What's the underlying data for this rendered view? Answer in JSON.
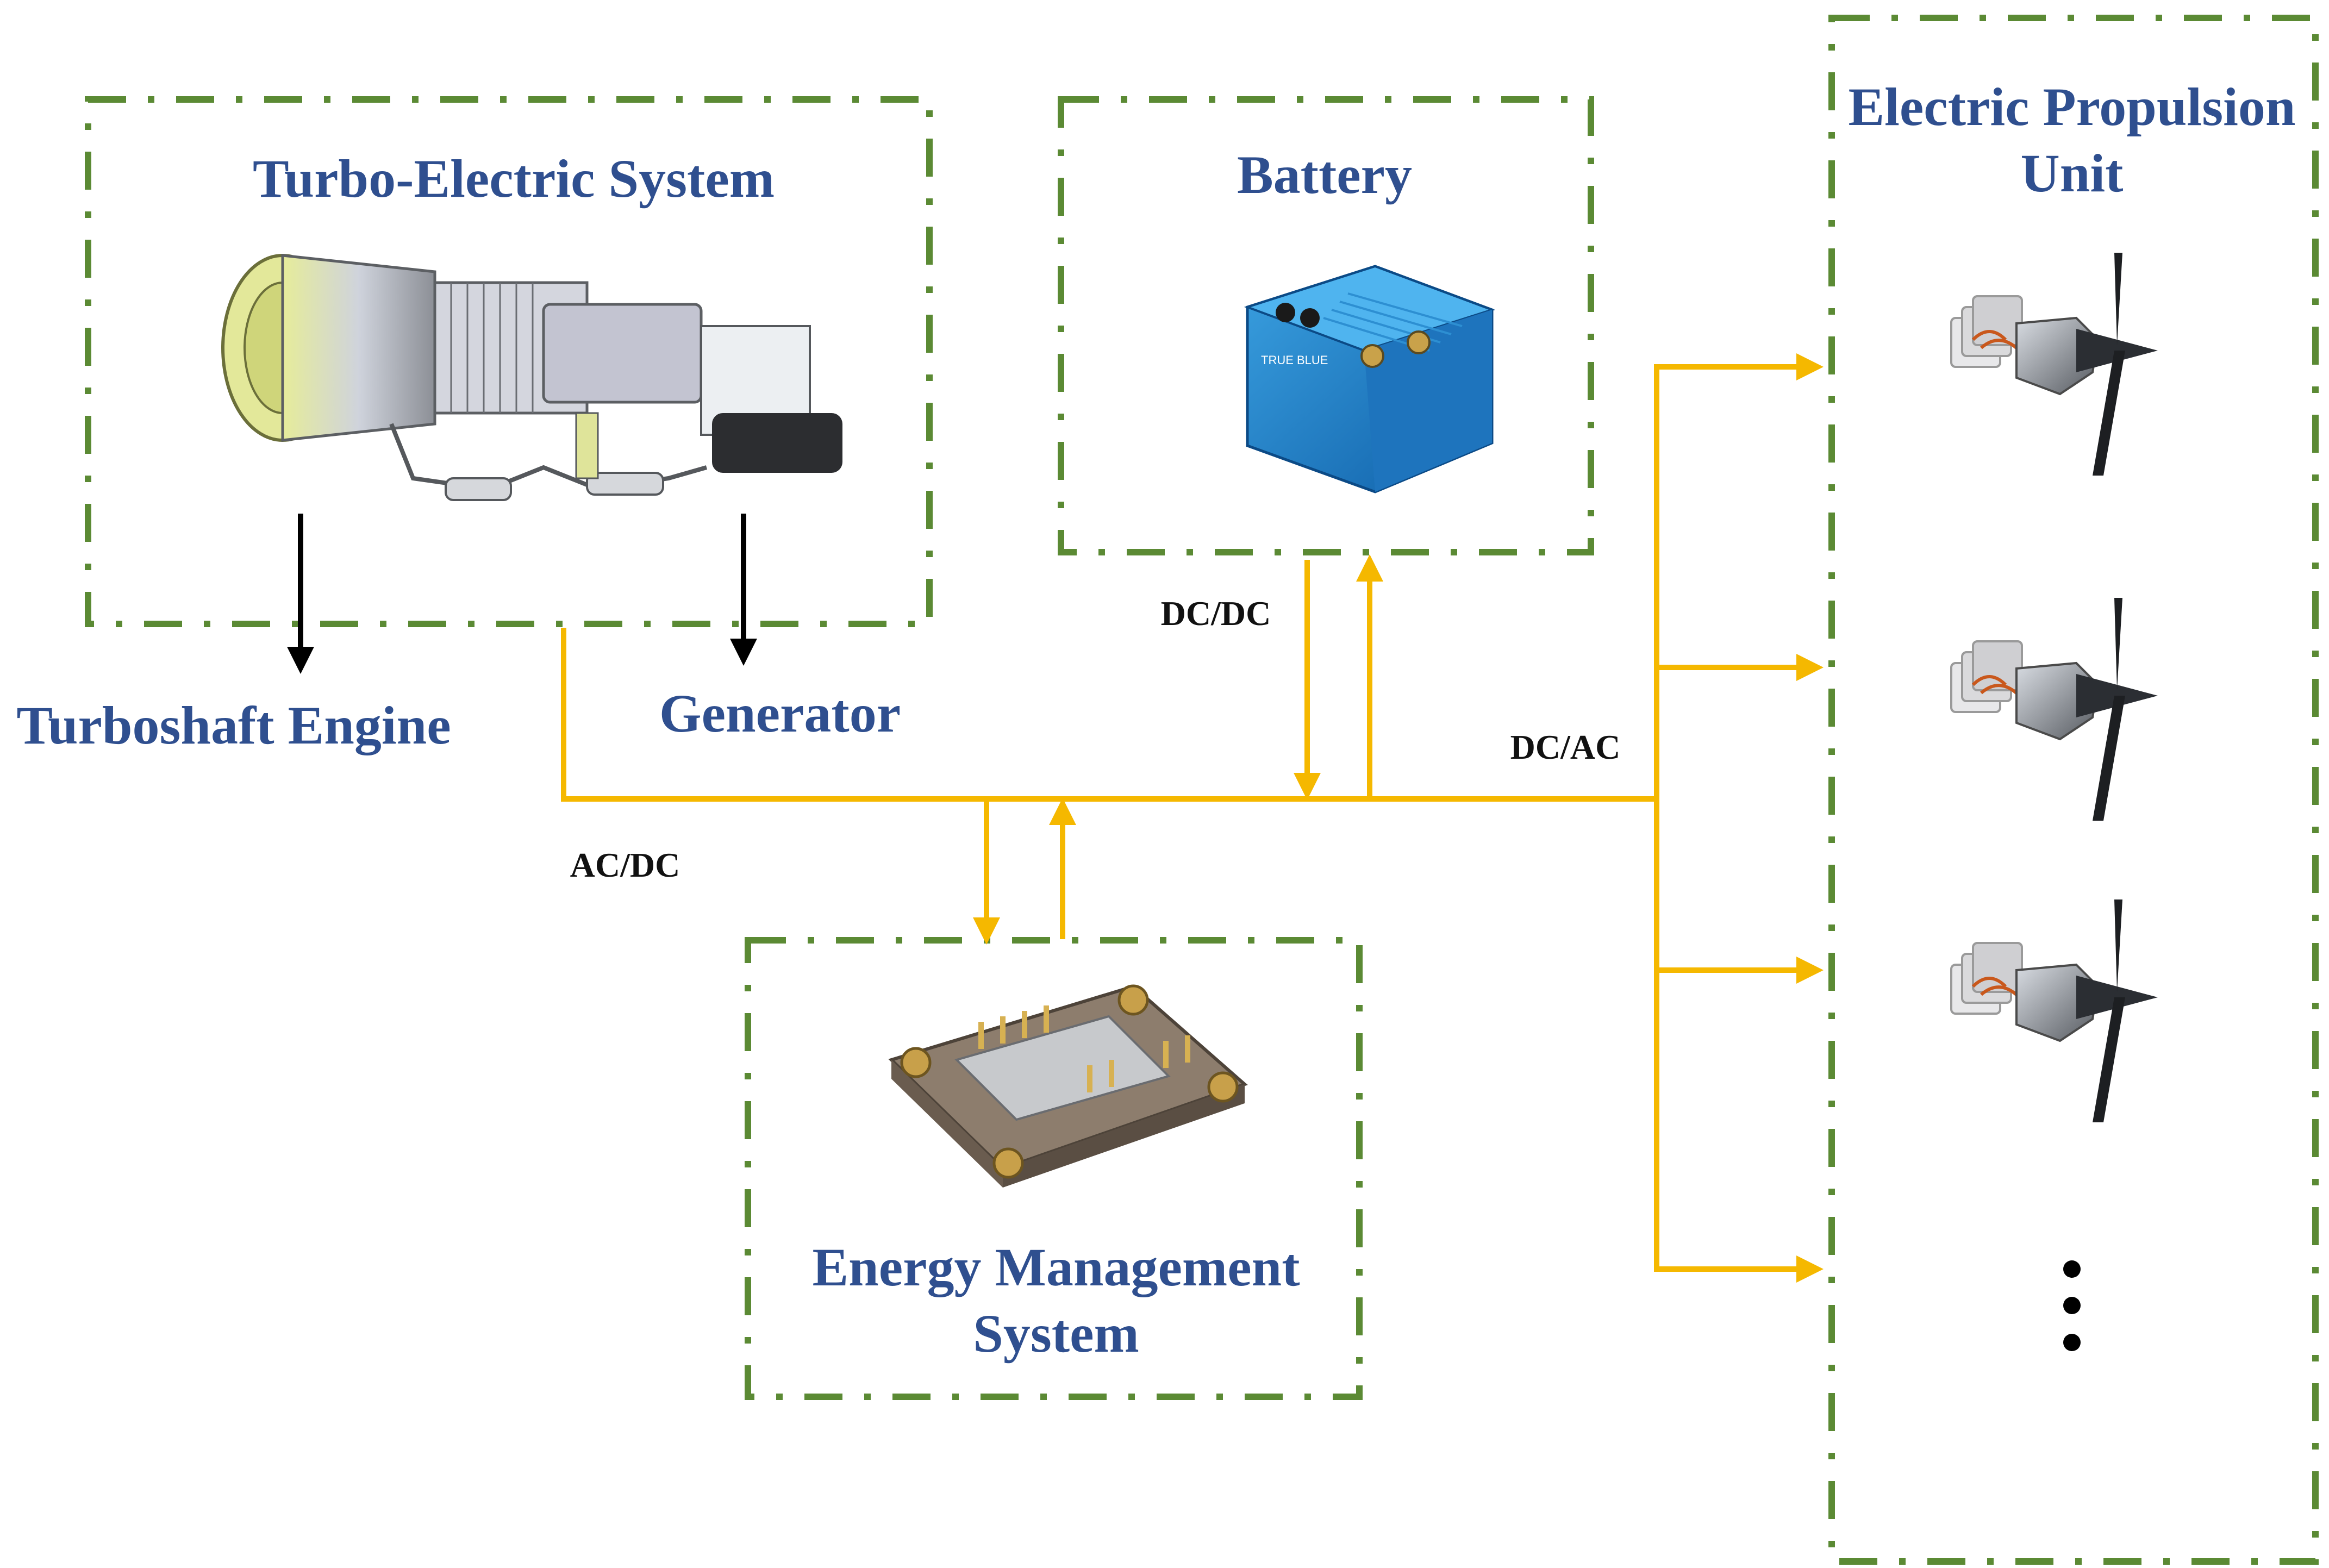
{
  "labels": {
    "turbo_system": "Turbo-Electric System",
    "battery": "Battery",
    "propulsion_line1": "Electric Propulsion",
    "propulsion_line2": "Unit",
    "turboshaft": "Turboshaft Engine",
    "generator": "Generator",
    "ems_line1": "Energy Management",
    "ems_line2": "System",
    "ac_dc": "AC/DC",
    "dc_dc": "DC/DC",
    "dc_ac": "DC/AC",
    "battery_brand": "TRUE BLUE"
  },
  "icons": {
    "turbine": "turboshaft-engine-illustration",
    "battery": "battery-pack-illustration",
    "ems": "power-module-illustration",
    "motor": "electric-motor-propeller-illustration",
    "ellipsis": "vertical-ellipsis"
  },
  "colors": {
    "box_border": "#5b8a34",
    "title_text": "#2f4f8f",
    "power_bus": "#f5b800",
    "pointer_arrow": "#000000"
  }
}
